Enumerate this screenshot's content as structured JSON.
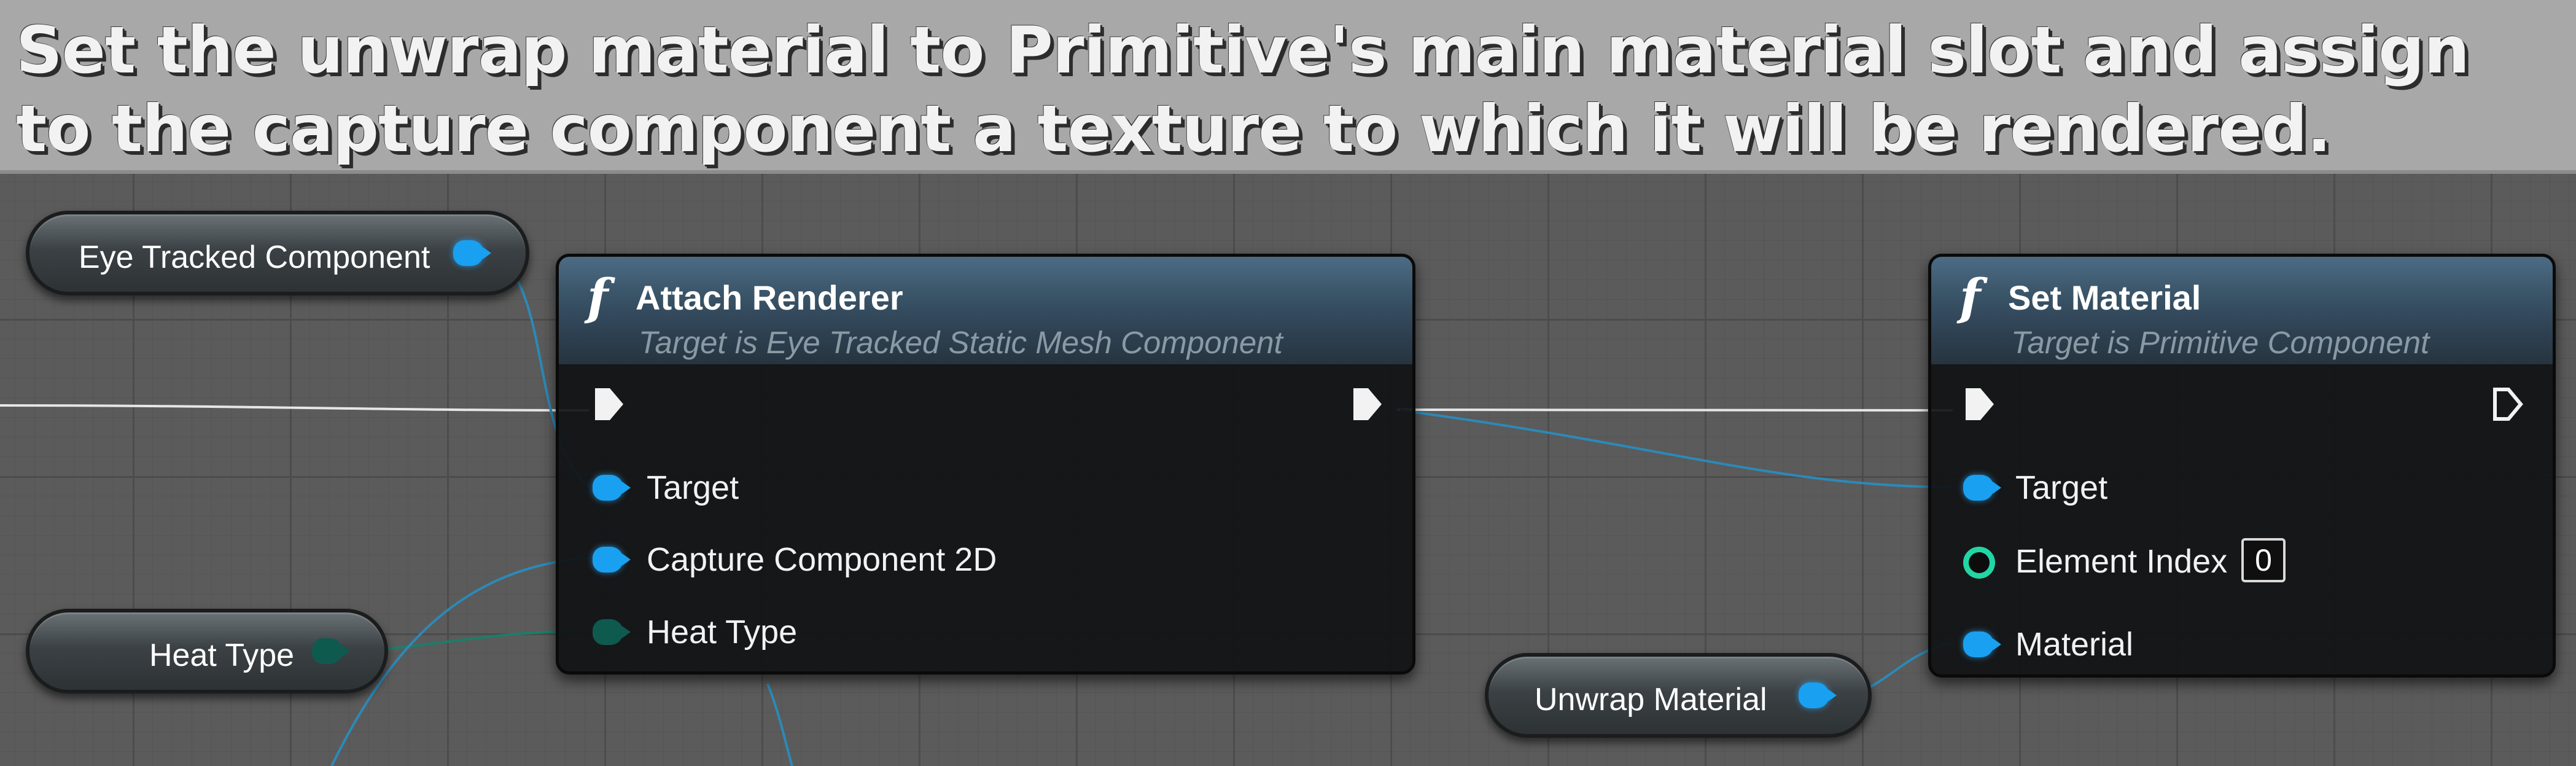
{
  "banner": {
    "text": "Set the unwrap material to Primitive's main material slot and assign to the capture component a texture to which it will be rendered."
  },
  "variables": {
    "eye_tracked": "Eye Tracked Component",
    "heat_type": "Heat Type",
    "unwrap_material": "Unwrap Material"
  },
  "attach_node": {
    "icon": "f",
    "title": "Attach Renderer",
    "subtitle": "Target is Eye Tracked Static Mesh Component",
    "pins": [
      "Target",
      "Capture Component 2D",
      "Heat Type"
    ]
  },
  "set_material_node": {
    "icon": "f",
    "title": "Set Material",
    "subtitle": "Target is Primitive Component",
    "pins": [
      "Target",
      "Element Index",
      "Material"
    ],
    "element_index_value": "0"
  },
  "colors": {
    "object_pin": "#19a0f0",
    "enum_pin": "#0e5a4e",
    "int_pin": "#21d6a4",
    "exec_wire": "#e8e8e8",
    "data_wire": "#2f7fa8"
  }
}
